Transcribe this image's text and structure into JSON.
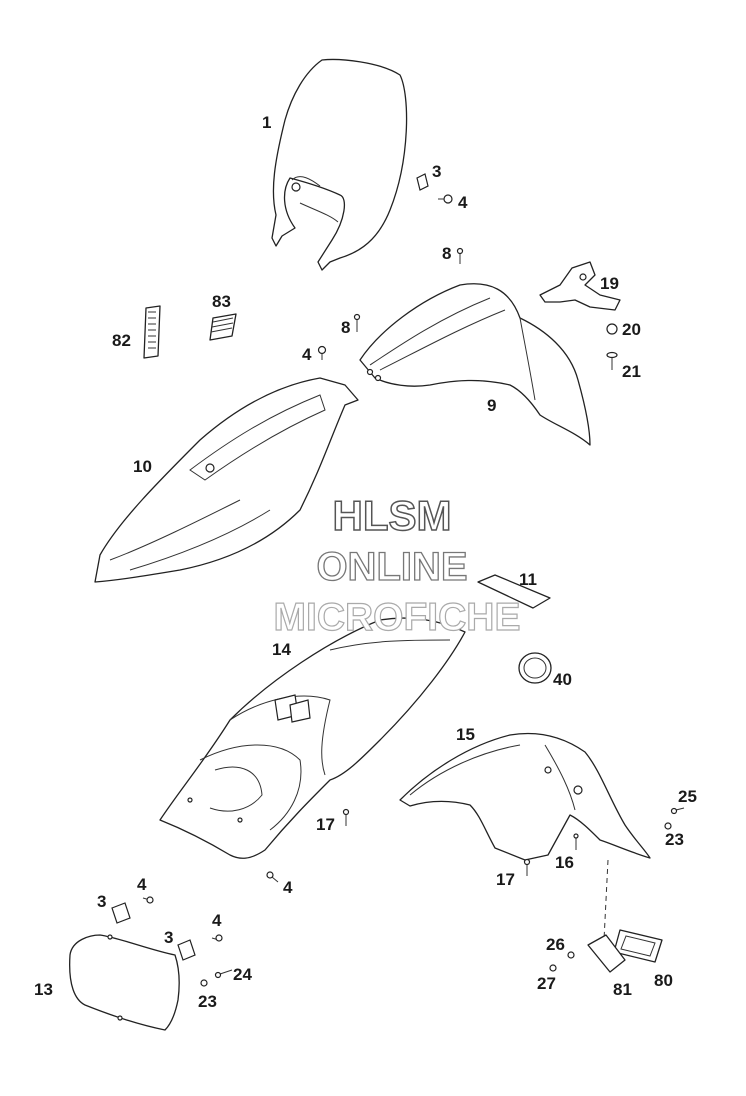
{
  "watermark": {
    "line1": "HLSM",
    "line2": "ONLINE",
    "line3": "MICROFICHE"
  },
  "callouts": [
    {
      "id": "p1",
      "text": "1"
    },
    {
      "id": "p3a",
      "text": "3"
    },
    {
      "id": "p4a",
      "text": "4"
    },
    {
      "id": "p8a",
      "text": "8"
    },
    {
      "id": "p19",
      "text": "19"
    },
    {
      "id": "p83",
      "text": "83"
    },
    {
      "id": "p82",
      "text": "82"
    },
    {
      "id": "p8b",
      "text": "8"
    },
    {
      "id": "p20",
      "text": "20"
    },
    {
      "id": "p4b",
      "text": "4"
    },
    {
      "id": "p21",
      "text": "21"
    },
    {
      "id": "p9",
      "text": "9"
    },
    {
      "id": "p10",
      "text": "10"
    },
    {
      "id": "p11",
      "text": "11"
    },
    {
      "id": "p14",
      "text": "14"
    },
    {
      "id": "p40",
      "text": "40"
    },
    {
      "id": "p15",
      "text": "15"
    },
    {
      "id": "p25",
      "text": "25"
    },
    {
      "id": "p17a",
      "text": "17"
    },
    {
      "id": "p23a",
      "text": "23"
    },
    {
      "id": "p16",
      "text": "16"
    },
    {
      "id": "p17b",
      "text": "17"
    },
    {
      "id": "p4c",
      "text": "4"
    },
    {
      "id": "p4d",
      "text": "4"
    },
    {
      "id": "p3b",
      "text": "3"
    },
    {
      "id": "p4e",
      "text": "4"
    },
    {
      "id": "p3c",
      "text": "3"
    },
    {
      "id": "p26",
      "text": "26"
    },
    {
      "id": "p24",
      "text": "24"
    },
    {
      "id": "p13",
      "text": "13"
    },
    {
      "id": "p23b",
      "text": "23"
    },
    {
      "id": "p27",
      "text": "27"
    },
    {
      "id": "p80",
      "text": "80"
    },
    {
      "id": "p81",
      "text": "81"
    }
  ]
}
